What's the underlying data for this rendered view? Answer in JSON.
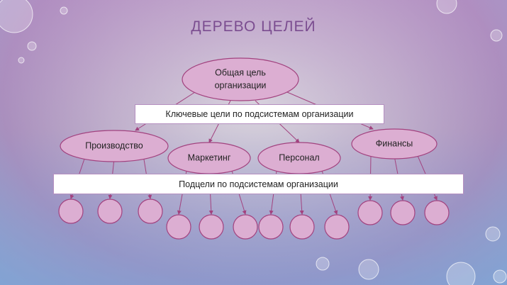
{
  "title": "ДЕРЕВО ЦЕЛЕЙ",
  "root": {
    "line1": "Общая цель",
    "line2": "организации"
  },
  "level1_band": "Ключевые цели по подсистемам организации",
  "subsystems": [
    "Производство",
    "Маркетинг",
    "Персонал",
    "Финансы"
  ],
  "level2_band": "Подцели по подсистемам организации",
  "colors": {
    "node_fill": "#dcaed2",
    "node_stroke": "#a2427f",
    "title": "#7b4d90"
  }
}
